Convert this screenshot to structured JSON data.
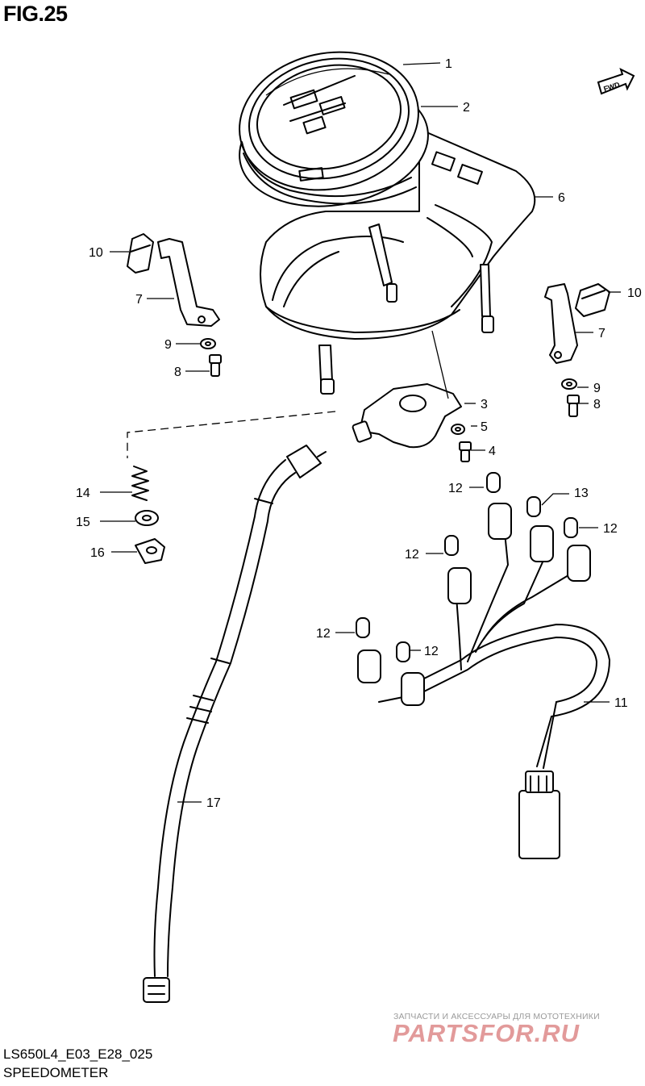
{
  "header": {
    "figure_label": "FIG.25"
  },
  "footer": {
    "model_code": "LS650L4_E03_E28_025",
    "section_name": "SPEEDOMETER"
  },
  "direction_arrow": {
    "label": "FWD"
  },
  "watermark": {
    "tagline": "ЗАПЧАСТИ И АКСЕССУАРЫ ДЛЯ МОТОТЕХНИКИ",
    "logo_text": "PARTSFOR.RU"
  },
  "callouts": {
    "c1": "1",
    "c2": "2",
    "c3": "3",
    "c4": "4",
    "c5": "5",
    "c6": "6",
    "c7a": "7",
    "c7b": "7",
    "c8a": "8",
    "c8b": "8",
    "c9a": "9",
    "c9b": "9",
    "c10a": "10",
    "c10b": "10",
    "c11": "11",
    "c12a": "12",
    "c12b": "12",
    "c12c": "12",
    "c12d": "12",
    "c12e": "12",
    "c13": "13",
    "c14": "14",
    "c15": "15",
    "c16": "16",
    "c17": "17"
  },
  "colors": {
    "line": "#000000",
    "background": "#ffffff",
    "watermark_logo": "#e29a9a",
    "watermark_text": "#9a9a9a"
  }
}
